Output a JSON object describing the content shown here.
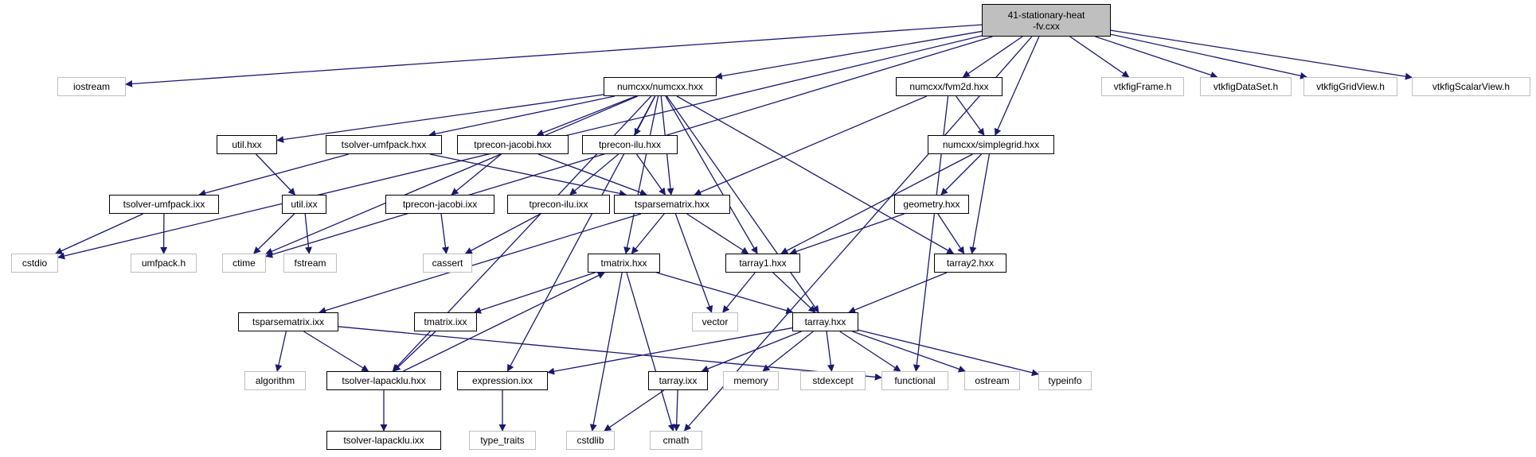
{
  "colors": {
    "edge": "#191970",
    "local_border": "#000000",
    "system_border": "#bfbfbf",
    "root_fill": "#bfbfbf"
  },
  "root": {
    "id": "root",
    "label": "41-stationary-heat\n-fv.cxx"
  },
  "nodes": [
    {
      "id": "iostream",
      "label": "iostream",
      "kind": "system"
    },
    {
      "id": "numcxx",
      "label": "numcxx/numcxx.hxx",
      "kind": "local"
    },
    {
      "id": "fvm2d",
      "label": "numcxx/fvm2d.hxx",
      "kind": "local"
    },
    {
      "id": "vtkFrame",
      "label": "vtkfigFrame.h",
      "kind": "system"
    },
    {
      "id": "vtkDataSet",
      "label": "vtkfigDataSet.h",
      "kind": "system"
    },
    {
      "id": "vtkGridView",
      "label": "vtkfigGridView.h",
      "kind": "system"
    },
    {
      "id": "vtkScalarView",
      "label": "vtkfigScalarView.h",
      "kind": "system"
    },
    {
      "id": "util_h",
      "label": "util.hxx",
      "kind": "local"
    },
    {
      "id": "tsolver_h",
      "label": "tsolver-umfpack.hxx",
      "kind": "local"
    },
    {
      "id": "tjacobi_h",
      "label": "tprecon-jacobi.hxx",
      "kind": "local"
    },
    {
      "id": "tilu_h",
      "label": "tprecon-ilu.hxx",
      "kind": "local"
    },
    {
      "id": "simplegrid",
      "label": "numcxx/simplegrid.hxx",
      "kind": "local"
    },
    {
      "id": "tsolver_i",
      "label": "tsolver-umfpack.ixx",
      "kind": "local"
    },
    {
      "id": "util_i",
      "label": "util.ixx",
      "kind": "local"
    },
    {
      "id": "tjacobi_i",
      "label": "tprecon-jacobi.ixx",
      "kind": "local"
    },
    {
      "id": "tilu_i",
      "label": "tprecon-ilu.ixx",
      "kind": "local"
    },
    {
      "id": "tsparse_h",
      "label": "tsparsematrix.hxx",
      "kind": "local"
    },
    {
      "id": "geometry",
      "label": "geometry.hxx",
      "kind": "local"
    },
    {
      "id": "cstdio",
      "label": "cstdio",
      "kind": "system"
    },
    {
      "id": "umfpack",
      "label": "umfpack.h",
      "kind": "system"
    },
    {
      "id": "ctime",
      "label": "ctime",
      "kind": "system"
    },
    {
      "id": "fstream",
      "label": "fstream",
      "kind": "system"
    },
    {
      "id": "cassert",
      "label": "cassert",
      "kind": "system"
    },
    {
      "id": "tmatrix_h",
      "label": "tmatrix.hxx",
      "kind": "local"
    },
    {
      "id": "tarray1",
      "label": "tarray1.hxx",
      "kind": "local"
    },
    {
      "id": "tarray2",
      "label": "tarray2.hxx",
      "kind": "local"
    },
    {
      "id": "tsparse_i",
      "label": "tsparsematrix.ixx",
      "kind": "local"
    },
    {
      "id": "tmatrix_i",
      "label": "tmatrix.ixx",
      "kind": "local"
    },
    {
      "id": "vector",
      "label": "vector",
      "kind": "system"
    },
    {
      "id": "tarray_h",
      "label": "tarray.hxx",
      "kind": "local"
    },
    {
      "id": "algorithm",
      "label": "algorithm",
      "kind": "system"
    },
    {
      "id": "lapack_h",
      "label": "tsolver-lapacklu.hxx",
      "kind": "local"
    },
    {
      "id": "expression",
      "label": "expression.ixx",
      "kind": "local"
    },
    {
      "id": "tarray_i",
      "label": "tarray.ixx",
      "kind": "local"
    },
    {
      "id": "memory",
      "label": "memory",
      "kind": "system"
    },
    {
      "id": "stdexcept",
      "label": "stdexcept",
      "kind": "system"
    },
    {
      "id": "functional",
      "label": "functional",
      "kind": "system"
    },
    {
      "id": "ostream",
      "label": "ostream",
      "kind": "system"
    },
    {
      "id": "typeinfo",
      "label": "typeinfo",
      "kind": "system"
    },
    {
      "id": "lapack_i",
      "label": "tsolver-lapacklu.ixx",
      "kind": "local"
    },
    {
      "id": "type_traits",
      "label": "type_traits",
      "kind": "system"
    },
    {
      "id": "cstdlib",
      "label": "cstdlib",
      "kind": "system"
    },
    {
      "id": "cmath",
      "label": "cmath",
      "kind": "system"
    }
  ],
  "edges": [
    [
      "root",
      "iostream"
    ],
    [
      "root",
      "numcxx"
    ],
    [
      "root",
      "fvm2d"
    ],
    [
      "root",
      "simplegrid"
    ],
    [
      "root",
      "vtkFrame"
    ],
    [
      "root",
      "vtkDataSet"
    ],
    [
      "root",
      "vtkGridView"
    ],
    [
      "root",
      "vtkScalarView"
    ],
    [
      "root",
      "cstdio"
    ],
    [
      "root",
      "ctime"
    ],
    [
      "root",
      "cmath"
    ],
    [
      "numcxx",
      "util_h"
    ],
    [
      "numcxx",
      "tsolver_h"
    ],
    [
      "numcxx",
      "tjacobi_h"
    ],
    [
      "numcxx",
      "tilu_h"
    ],
    [
      "numcxx",
      "tsparse_h"
    ],
    [
      "numcxx",
      "tmatrix_h"
    ],
    [
      "numcxx",
      "tarray1"
    ],
    [
      "numcxx",
      "tarray2"
    ],
    [
      "numcxx",
      "tarray_h"
    ],
    [
      "numcxx",
      "lapack_h"
    ],
    [
      "numcxx",
      "expression"
    ],
    [
      "numcxx",
      "ctime"
    ],
    [
      "fvm2d",
      "simplegrid"
    ],
    [
      "fvm2d",
      "tsparse_h"
    ],
    [
      "fvm2d",
      "functional"
    ],
    [
      "util_h",
      "util_i"
    ],
    [
      "tsolver_h",
      "tsolver_i"
    ],
    [
      "tsolver_h",
      "tsparse_h"
    ],
    [
      "tjacobi_h",
      "tjacobi_i"
    ],
    [
      "tjacobi_h",
      "tsparse_h"
    ],
    [
      "tilu_h",
      "tilu_i"
    ],
    [
      "tilu_h",
      "tsparse_h"
    ],
    [
      "simplegrid",
      "geometry"
    ],
    [
      "simplegrid",
      "tarray1"
    ],
    [
      "simplegrid",
      "tarray2"
    ],
    [
      "tsolver_i",
      "cstdio"
    ],
    [
      "tsolver_i",
      "umfpack"
    ],
    [
      "util_i",
      "ctime"
    ],
    [
      "util_i",
      "fstream"
    ],
    [
      "tjacobi_i",
      "cassert"
    ],
    [
      "tilu_i",
      "cassert"
    ],
    [
      "tsparse_h",
      "tmatrix_h"
    ],
    [
      "tsparse_h",
      "tarray1"
    ],
    [
      "tsparse_h",
      "vector"
    ],
    [
      "tsparse_h",
      "tsparse_i"
    ],
    [
      "geometry",
      "tarray1"
    ],
    [
      "geometry",
      "tarray2"
    ],
    [
      "tmatrix_h",
      "tmatrix_i"
    ],
    [
      "tmatrix_h",
      "tarray_h"
    ],
    [
      "tmatrix_h",
      "cstdlib"
    ],
    [
      "tmatrix_h",
      "cmath"
    ],
    [
      "tarray1",
      "vector"
    ],
    [
      "tarray1",
      "tarray_h"
    ],
    [
      "tarray2",
      "tarray_h"
    ],
    [
      "tsparse_i",
      "algorithm"
    ],
    [
      "tsparse_i",
      "lapack_h"
    ],
    [
      "tsparse_i",
      "functional"
    ],
    [
      "tmatrix_i",
      "lapack_h"
    ],
    [
      "lapack_h",
      "lapack_i"
    ],
    [
      "lapack_h",
      "tmatrix_h"
    ],
    [
      "tarray_h",
      "expression"
    ],
    [
      "tarray_h",
      "tarray_i"
    ],
    [
      "tarray_h",
      "memory"
    ],
    [
      "tarray_h",
      "stdexcept"
    ],
    [
      "tarray_h",
      "functional"
    ],
    [
      "tarray_h",
      "ostream"
    ],
    [
      "tarray_h",
      "typeinfo"
    ],
    [
      "expression",
      "type_traits"
    ],
    [
      "tarray_i",
      "cstdlib"
    ],
    [
      "tarray_i",
      "cmath"
    ]
  ]
}
